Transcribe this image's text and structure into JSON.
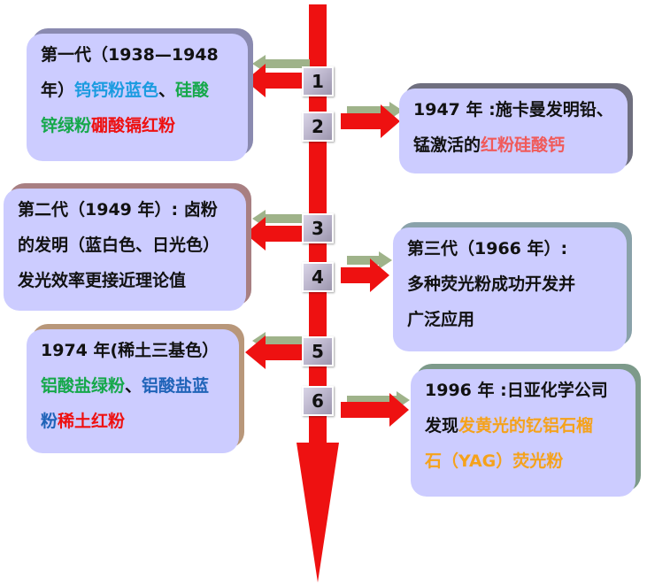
{
  "events": [
    {
      "number": "1",
      "lines": [
        [
          {
            "text": "第一代（1938—1948",
            "color": "dark"
          }
        ],
        [
          {
            "text": "年）",
            "color": "dark"
          },
          {
            "text": "钨钙粉蓝色",
            "color": "blue"
          },
          {
            "text": "、",
            "color": "dark"
          },
          {
            "text": "硅酸",
            "color": "green"
          }
        ],
        [
          {
            "text": "锌绿粉",
            "color": "green"
          },
          {
            "text": "硼酸镉红粉",
            "color": "red"
          }
        ]
      ]
    },
    {
      "number": "2",
      "lines": [
        [
          {
            "text": "1947 年 :施卡曼发明铅、",
            "color": "dark"
          }
        ],
        [
          {
            "text": "锰激活的",
            "color": "dark"
          },
          {
            "text": "红粉硅酸钙",
            "color": "pink"
          }
        ]
      ]
    },
    {
      "number": "3",
      "lines": [
        [
          {
            "text": "第二代（1949 年）: 卤粉",
            "color": "dark"
          }
        ],
        [
          {
            "text": "的发明（蓝白色、日光色）",
            "color": "dark"
          }
        ],
        [
          {
            "text": "发光效率更接近理论值",
            "color": "dark"
          }
        ]
      ]
    },
    {
      "number": "4",
      "lines": [
        [
          {
            "text": "第三代（1966 年）:",
            "color": "dark"
          }
        ],
        [
          {
            "text": "多种荧光粉成功开发并",
            "color": "dark"
          }
        ],
        [
          {
            "text": "广泛应用",
            "color": "dark"
          }
        ]
      ]
    },
    {
      "number": "5",
      "lines": [
        [
          {
            "text": "1974 年(稀土三基色）",
            "color": "dark"
          }
        ],
        [
          {
            "text": "铝酸盐绿粉",
            "color": "green"
          },
          {
            "text": "、",
            "color": "dark"
          },
          {
            "text": "铝酸盐蓝",
            "color": "steel"
          }
        ],
        [
          {
            "text": "粉",
            "color": "steel"
          },
          {
            "text": "稀土红粉",
            "color": "red"
          }
        ]
      ]
    },
    {
      "number": "6",
      "lines": [
        [
          {
            "text": "1996 年 :日亚化学公司",
            "color": "dark"
          }
        ],
        [
          {
            "text": "发现",
            "color": "dark"
          },
          {
            "text": "发黄光的钇铝石榴",
            "color": "orange"
          }
        ],
        [
          {
            "text": "石（YAG）荧光粉",
            "color": "orange"
          }
        ]
      ]
    }
  ],
  "colors": {
    "timeline_red": "#ee1111",
    "connector_sage": "#9fb38a",
    "box_fill": "#ccccff"
  }
}
